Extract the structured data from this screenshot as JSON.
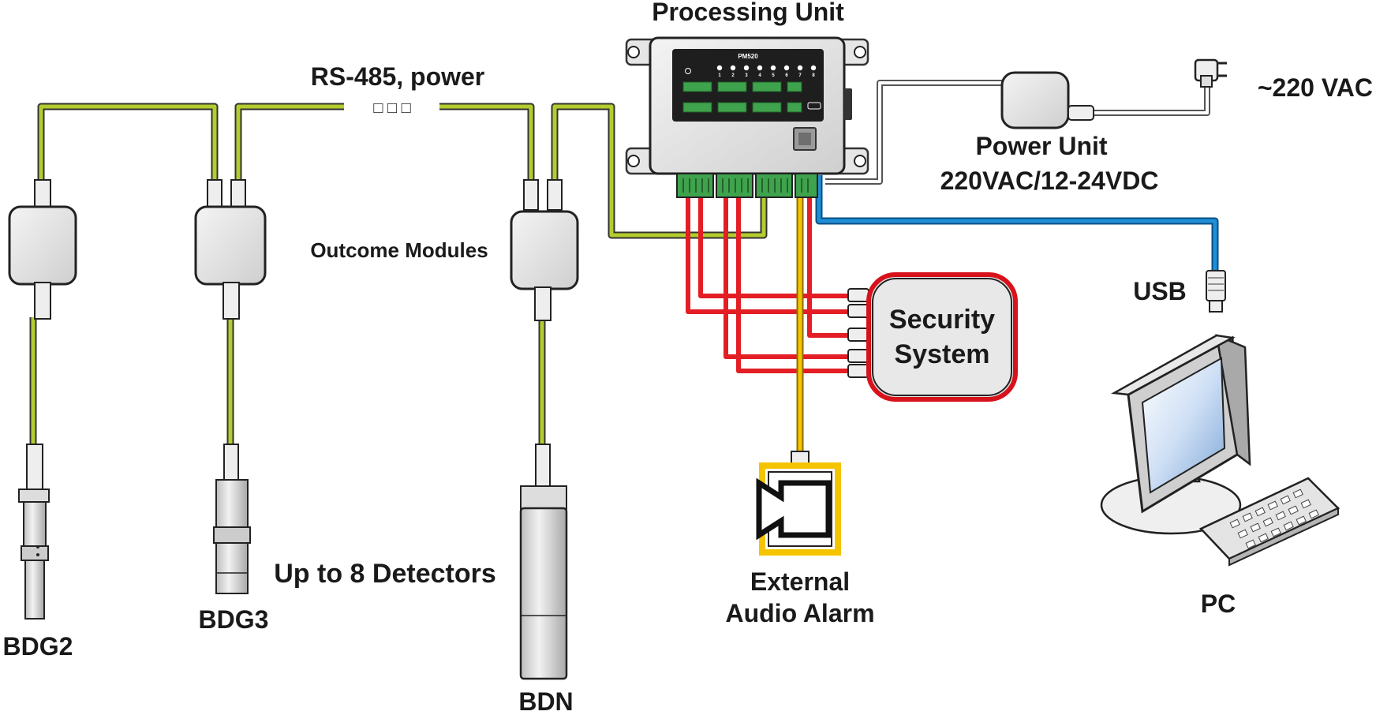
{
  "labels": {
    "processing_unit": "Processing Unit",
    "rs485": "RS-485, power",
    "dots": "□ □ □",
    "outcome_modules": "Outcome Modules",
    "power_unit_line1": "Power Unit",
    "power_unit_line2": "220VAC/12-24VDC",
    "vac": "~220 VAC",
    "usb": "USB",
    "security_line1": "Security",
    "security_line2": "System",
    "alarm_line1": "External",
    "alarm_line2": "Audio Alarm",
    "pc": "PC",
    "up_to": "Up to 8 Detectors",
    "bdg2": "BDG2",
    "bdg3": "BDG3",
    "bdn": "BDN",
    "device_model": "PM520",
    "led_numbers": [
      "1",
      "2",
      "3",
      "4",
      "5",
      "6",
      "7",
      "8"
    ]
  },
  "colors": {
    "rs485_cable": "#b5cc2e",
    "relay_cable": "#e31e24",
    "alarm_cable": "#f5c400",
    "usb_cable": "#1f8fd6",
    "power_cable": "#8a8a8a",
    "security_border": "#d8121b",
    "alarm_frame": "#f5c400"
  },
  "icons": {
    "power": "plug-icon",
    "usb": "usb-plug-icon",
    "alarm": "speaker-icon",
    "pc": "computer-icon"
  }
}
